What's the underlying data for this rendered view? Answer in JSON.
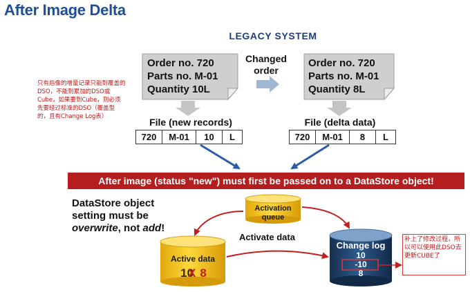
{
  "title": "After Image Delta",
  "legacy_label": "LEGACY SYSTEM",
  "left_doc": {
    "line1": "Order no. 720",
    "line2": "Parts no. M-01",
    "line3": "Quantity 10L"
  },
  "right_doc": {
    "line1": "Order no. 720",
    "line2": "Parts no. M-01",
    "line3": "Quantity 8L"
  },
  "changed_order": {
    "line1": "Changed",
    "line2": "order"
  },
  "left_note": "只有后像的增量记录只能到覆盖的DSO，不能到累加的DSO或Cube，如果要到Cube，则必须先要经过标准的DSO（覆盖型的，且有Change Log表）",
  "left_file": {
    "label": "File (new records)",
    "cells": [
      "720",
      "M-01",
      "10",
      "L"
    ]
  },
  "right_file": {
    "label": "File (delta data)",
    "cells": [
      "720",
      "M-01",
      "8",
      "L"
    ]
  },
  "banner": "After image (status \"new\") must first be passed on to a DataStore object!",
  "ds_setting": {
    "line1": "DataStore object",
    "line2": "setting must be",
    "word_overwrite": "overwrite",
    "word_not": ", not ",
    "word_add": "add",
    "word_end": "!"
  },
  "activation_queue": {
    "line1": "Activation",
    "line2": "queue"
  },
  "activate_data": "Activate data",
  "active_data": {
    "label": "Active data",
    "old_value": "10",
    "x_mark": "X",
    "new_value": "8"
  },
  "change_log": {
    "label": "Change log",
    "values": [
      "10",
      "-10",
      "8"
    ]
  },
  "right_note": "补上了修改过程，所以可以使用此DSO去更新CUBE了",
  "colors": {
    "title": "#1f4e96",
    "banner": "#b51e1e",
    "annotation": "#c01818",
    "cylinder_gold": "#f3c51c",
    "change_log": "#1d3f6a",
    "arrow_blue": "#2a5aa8"
  }
}
